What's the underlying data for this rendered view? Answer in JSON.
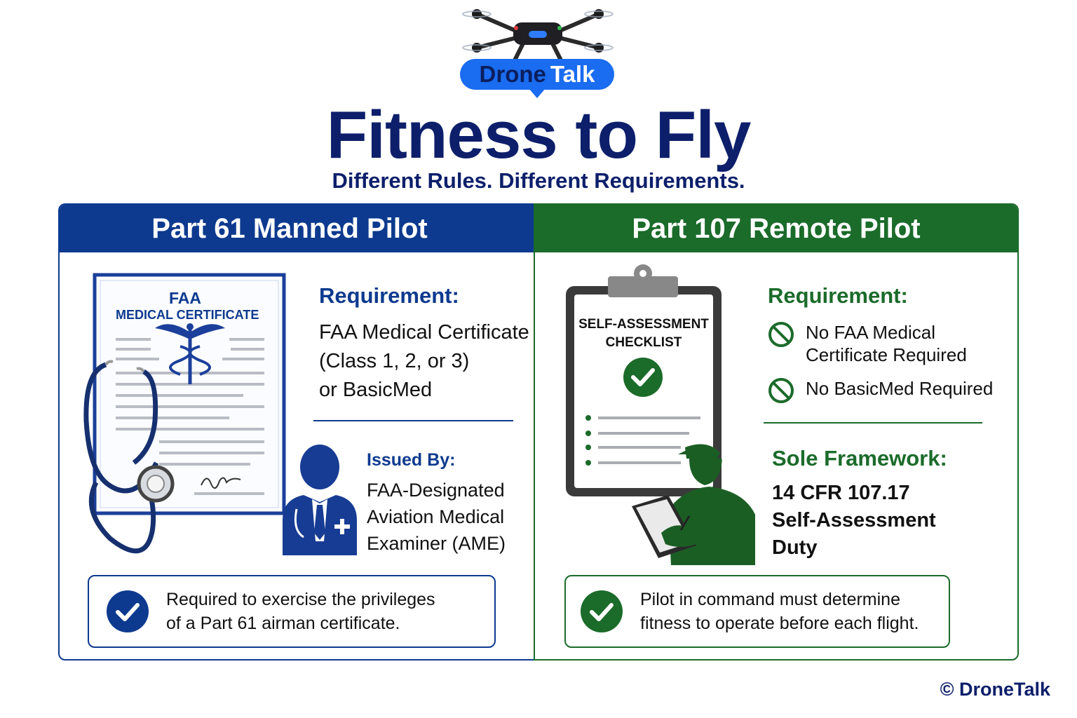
{
  "brand": {
    "word1": "Drone",
    "word2": "Talk",
    "colors": {
      "primary": "#1a6cf0",
      "navy": "#0d1f6b"
    }
  },
  "header": {
    "title": "Fitness to Fly",
    "subtitle": "Different Rules. Different Requirements."
  },
  "left": {
    "title": "Part 61 Manned Pilot",
    "color": "#0d3a8f",
    "certificate": {
      "line1": "FAA",
      "line2": "MEDICAL CERTIFICATE",
      "icon": "caduceus-icon"
    },
    "requirement": {
      "heading": "Requirement:",
      "lines": [
        "FAA Medical Certificate",
        "(Class 1, 2, or 3)",
        "or BasicMed"
      ]
    },
    "issued_by": {
      "heading": "Issued By:",
      "lines": [
        "FAA-Designated",
        "Aviation Medical",
        "Examiner (AME)"
      ]
    },
    "callout": {
      "lines": [
        "Required to exercise the privileges",
        "of a Part 61 airman certificate."
      ],
      "icon": "check-circle-icon"
    }
  },
  "right": {
    "title": "Part 107 Remote Pilot",
    "color": "#1b6b2a",
    "clipboard": {
      "line1": "SELF-ASSESSMENT",
      "line2": "CHECKLIST",
      "icon": "check-circle-icon"
    },
    "requirement": {
      "heading": "Requirement:",
      "items": [
        {
          "lines": [
            "No FAA Medical",
            "Certificate Required"
          ],
          "icon": "prohibited-icon"
        },
        {
          "lines": [
            "No BasicMed Required"
          ],
          "icon": "prohibited-icon"
        }
      ]
    },
    "framework": {
      "heading": "Sole Framework:",
      "lines": [
        "14 CFR 107.17",
        "Self-Assessment",
        "Duty"
      ]
    },
    "callout": {
      "lines": [
        "Pilot in command must determine",
        "fitness to operate before each flight."
      ],
      "icon": "check-circle-icon"
    }
  },
  "footer": {
    "copyright": "© DroneTalk"
  }
}
